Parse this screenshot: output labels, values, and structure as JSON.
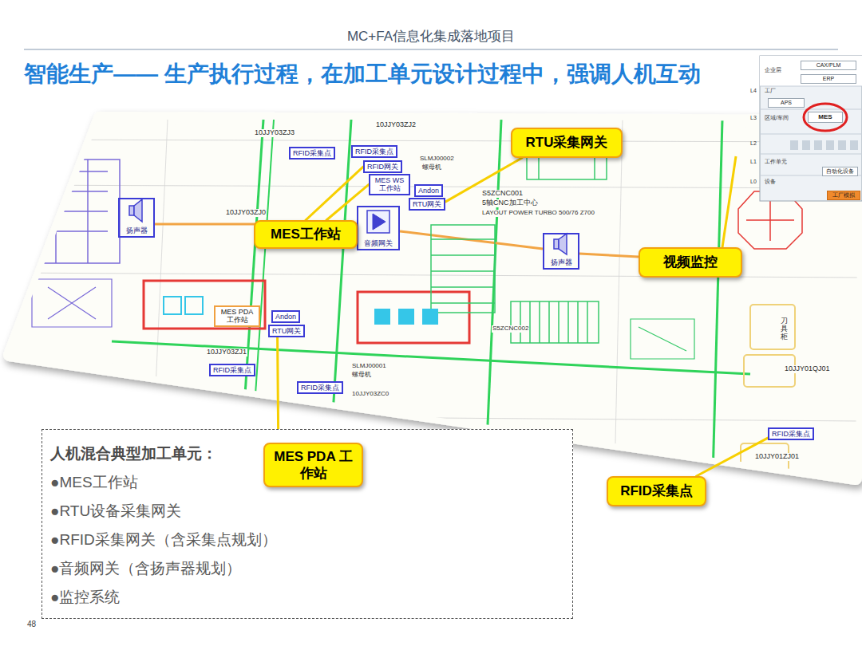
{
  "diagram": {
    "title": "智能生产—— 生产执行过程，在加工单元设计过程中，强调人机互动",
    "nodes": [
      {
        "text": [
          "CAX/PLM"
        ]
      },
      {
        "text": [
          "ERP"
        ]
      },
      {
        "text": [
          "APS"
        ]
      },
      {
        "text": [
          "MES"
        ]
      },
      {
        "text": [
          "自动化设备"
        ]
      },
      {
        "text": [
          "工厂模拟"
        ]
      },
      {
        "text": [
          "RTU采集网关"
        ]
      },
      {
        "text": [
          "RFID采集点"
        ]
      },
      {
        "text": [
          "RFID采集点"
        ]
      },
      {
        "text": [
          "RFID网关"
        ]
      },
      {
        "text": [
          "MES WS 工作站"
        ]
      },
      {
        "text": [
          "Andon"
        ]
      },
      {
        "text": [
          "RTU网关"
        ]
      },
      {
        "text": [
          "扬声器"
        ]
      },
      {
        "text": [
          "音频网关"
        ]
      },
      {
        "text": [
          "MES工作站"
        ]
      },
      {
        "text": [
          "扬声器"
        ]
      },
      {
        "text": [
          "视频监控"
        ]
      },
      {
        "text": [
          "MES PDA 工作站"
        ]
      },
      {
        "text": [
          "Andon"
        ]
      },
      {
        "text": [
          "RTU网关"
        ]
      },
      {
        "text": [
          "RFID采集点"
        ]
      },
      {
        "text": [
          "RFID采集点"
        ]
      },
      {
        "text": [
          "人机混合典型加工单元：",
          "●MES工作站",
          "●RTU设备采集网关",
          "●RFID采集网关（含采集点规划）",
          "●音频网关（含扬声器规划）",
          "●监控系统"
        ]
      },
      {
        "text": [
          "MES PDA 工作站"
        ]
      },
      {
        "text": [
          "RFID采集点"
        ]
      },
      {
        "text": [
          "RFID采集点"
        ]
      }
    ],
    "edges": [
      {
        "from": 6,
        "to": 12,
        "arrow": "none"
      },
      {
        "from": 15,
        "to": 10,
        "arrow": "none"
      },
      {
        "from": 15,
        "to": 9,
        "arrow": "none"
      },
      {
        "from": 24,
        "to": 20,
        "arrow": "none"
      },
      {
        "from": 26,
        "to": 25,
        "arrow": "none"
      }
    ],
    "labels": [
      "MC+FA信息化集成落地项目",
      "企业层",
      "L4",
      "工厂",
      "L3",
      "区域/车间",
      "L2",
      "L1",
      "工作单元",
      "L0",
      "设备",
      "10JJY03ZJ3",
      "10JJY03ZJ2",
      "SLMJ00002",
      "螺母机",
      "S5ZCNC001",
      "5轴CNC加工中心",
      "LAYOUT POWER TURBO 500/76 Z700",
      "10JJY03ZJ0",
      "10JJY03ZJ1",
      "SLMJ00001",
      "螺母机",
      "S5ZCNC002",
      "刀具柜",
      "10JJY01QJ01",
      "10JJY03ZC0",
      "10JJY01ZJ01",
      "48"
    ]
  }
}
